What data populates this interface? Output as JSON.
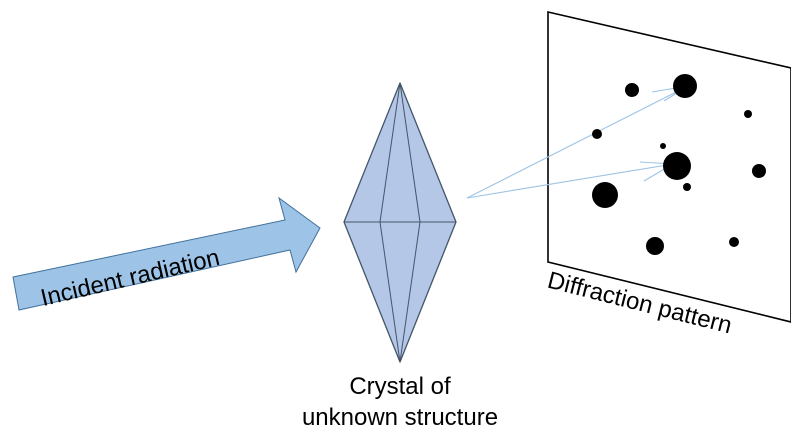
{
  "labels": {
    "incident": "Incident radiation",
    "crystal_line1": "Crystal of",
    "crystal_line2": "unknown structure",
    "diffraction": "Diffraction pattern"
  },
  "colors": {
    "arrow_fill": "#9dc3e6",
    "crystal_fill": "#b4c7e7",
    "crystal_stroke": "#44546a",
    "ray": "#9dc3e6",
    "spot": "#000000",
    "screen": "#000000"
  }
}
